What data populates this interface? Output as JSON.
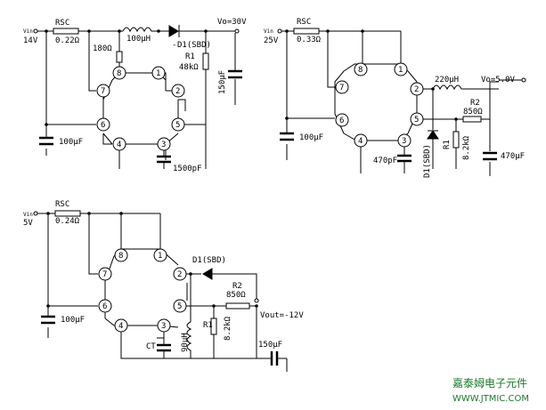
{
  "circuits": [
    {
      "vin_label": "Vin",
      "vin_value": "14V",
      "rsc_label": "RSC",
      "rsc_value": "0.22Ω",
      "r180": "180Ω",
      "inductor": "100μH",
      "diode": "D1(SBD)",
      "diode_prefix": "-",
      "r1_label": "R1",
      "r1_value": "48kΩ",
      "vo": "Vo=30V",
      "cout": "150μF",
      "cin": "100μF",
      "ct": "1500pF",
      "pins": [
        "8",
        "1",
        "7",
        "2",
        "6",
        "5",
        "4",
        "3"
      ]
    },
    {
      "vin_label": "Vin",
      "vin_value": "25V",
      "rsc_label": "RSC",
      "rsc_value": "0.33Ω",
      "inductor": "220μH",
      "vo": "Vo=5.0V",
      "r2_label": "R2",
      "r2_value": "850Ω",
      "r1_label": "R1",
      "r1_value": "8.2kΩ",
      "diode": "D1(SBD)",
      "cin": "100μF",
      "ct": "470pF",
      "cout": "470μF",
      "pins": [
        "8",
        "1",
        "7",
        "2",
        "6",
        "5",
        "4",
        "3"
      ]
    },
    {
      "vin_label": "Vin",
      "vin_value": "5V",
      "rsc_label": "RSC",
      "rsc_value": "0.24Ω",
      "diode": "D1(SBD)",
      "r2_label": "R2",
      "r2_value": "850Ω",
      "vout": "Vout=-12V",
      "r1_label": "R1",
      "r1_value": "8.2kΩ",
      "inductor": "90μH",
      "ct_label": "CT",
      "cin": "100μF",
      "cout": "150μF",
      "pins": [
        "8",
        "1",
        "7",
        "2",
        "6",
        "5",
        "4",
        "3"
      ]
    }
  ],
  "watermark": {
    "company": "嘉泰姆电子元件",
    "url": "WWW.JTMIC.COM"
  }
}
